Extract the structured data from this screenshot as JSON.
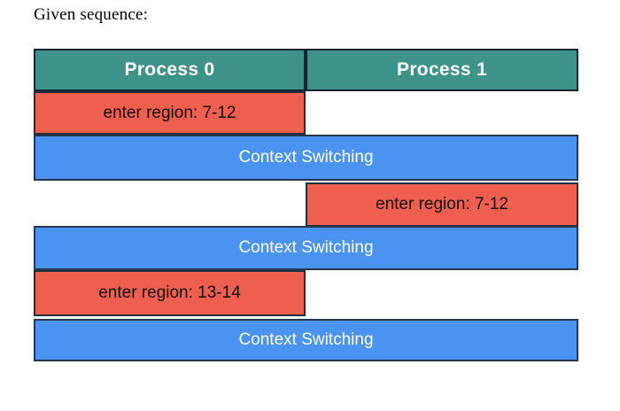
{
  "page": {
    "title": "Given sequence:"
  },
  "diagram": {
    "columns": [
      {
        "label": "Process 0"
      },
      {
        "label": "Process 1"
      }
    ],
    "colors": {
      "header_teal": "#3d938a",
      "critical_red": "#ef5f4f",
      "context_blue": "#4a93f0",
      "border": "#1f2f3d",
      "header_text": "#ffffff",
      "red_text": "#14100f",
      "blue_text": "#ffffff",
      "background": "#ffffff"
    },
    "rows": [
      {
        "kind": "header",
        "left": "Process 0",
        "right": "Process 1"
      },
      {
        "kind": "process0",
        "label": "enter region: 7-12"
      },
      {
        "kind": "span",
        "label": "Context Switching"
      },
      {
        "kind": "process1",
        "label": "enter region: 7-12"
      },
      {
        "kind": "span",
        "label": "Context Switching"
      },
      {
        "kind": "process0",
        "label": "enter region: 13-14"
      },
      {
        "kind": "span",
        "label": "Context Switching"
      }
    ]
  }
}
